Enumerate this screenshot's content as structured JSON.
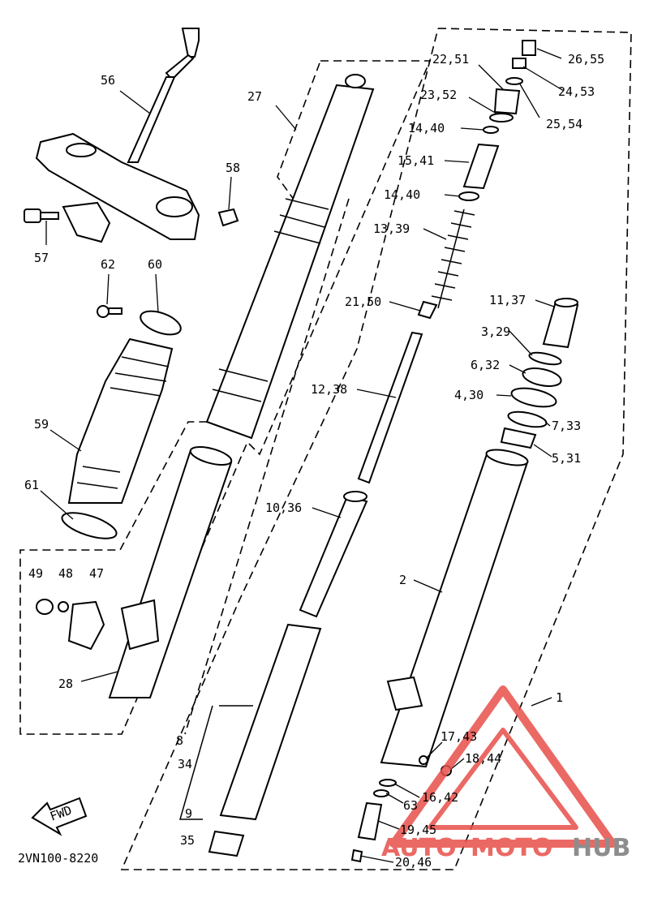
{
  "diagram_code": "2VN100-8220",
  "fwd_label": "FWD",
  "watermark": {
    "part1": "AUTO",
    "part2": "MOTO",
    "part3": "HUB",
    "color_red": "#e8504a",
    "color_gray": "#7a7a7a"
  },
  "callouts": [
    {
      "id": "l56",
      "text": "56"
    },
    {
      "id": "l57",
      "text": "57"
    },
    {
      "id": "l58",
      "text": "58"
    },
    {
      "id": "l62",
      "text": "62"
    },
    {
      "id": "l60",
      "text": "60"
    },
    {
      "id": "l59",
      "text": "59"
    },
    {
      "id": "l61",
      "text": "61"
    },
    {
      "id": "l49",
      "text": "49"
    },
    {
      "id": "l48",
      "text": "48"
    },
    {
      "id": "l47",
      "text": "47"
    },
    {
      "id": "l28",
      "text": "28"
    },
    {
      "id": "l27",
      "text": "27"
    },
    {
      "id": "l8",
      "text": "8"
    },
    {
      "id": "l34",
      "text": "34"
    },
    {
      "id": "l9",
      "text": "9"
    },
    {
      "id": "l35",
      "text": "35"
    },
    {
      "id": "l2251",
      "text": "22,51"
    },
    {
      "id": "l2655",
      "text": "26,55"
    },
    {
      "id": "l2453",
      "text": "24,53"
    },
    {
      "id": "l2352",
      "text": "23,52"
    },
    {
      "id": "l2554",
      "text": "25,54"
    },
    {
      "id": "l1440a",
      "text": "14,40"
    },
    {
      "id": "l1541",
      "text": "15,41"
    },
    {
      "id": "l1440b",
      "text": "14,40"
    },
    {
      "id": "l1339",
      "text": "13,39"
    },
    {
      "id": "l2150",
      "text": "21,50"
    },
    {
      "id": "l1137",
      "text": "11,37"
    },
    {
      "id": "l329",
      "text": "3,29"
    },
    {
      "id": "l632",
      "text": "6,32"
    },
    {
      "id": "l1238",
      "text": "12,38"
    },
    {
      "id": "l430",
      "text": "4,30"
    },
    {
      "id": "l733",
      "text": "7,33"
    },
    {
      "id": "l531",
      "text": "5,31"
    },
    {
      "id": "l1036",
      "text": "10,36"
    },
    {
      "id": "l2",
      "text": "2"
    },
    {
      "id": "l1",
      "text": "1"
    },
    {
      "id": "l1743",
      "text": "17,43"
    },
    {
      "id": "l1844",
      "text": "18,44"
    },
    {
      "id": "l1642",
      "text": "16,42"
    },
    {
      "id": "l63",
      "text": "63"
    },
    {
      "id": "l1945",
      "text": "19,45"
    },
    {
      "id": "l2046",
      "text": "20,46"
    }
  ]
}
